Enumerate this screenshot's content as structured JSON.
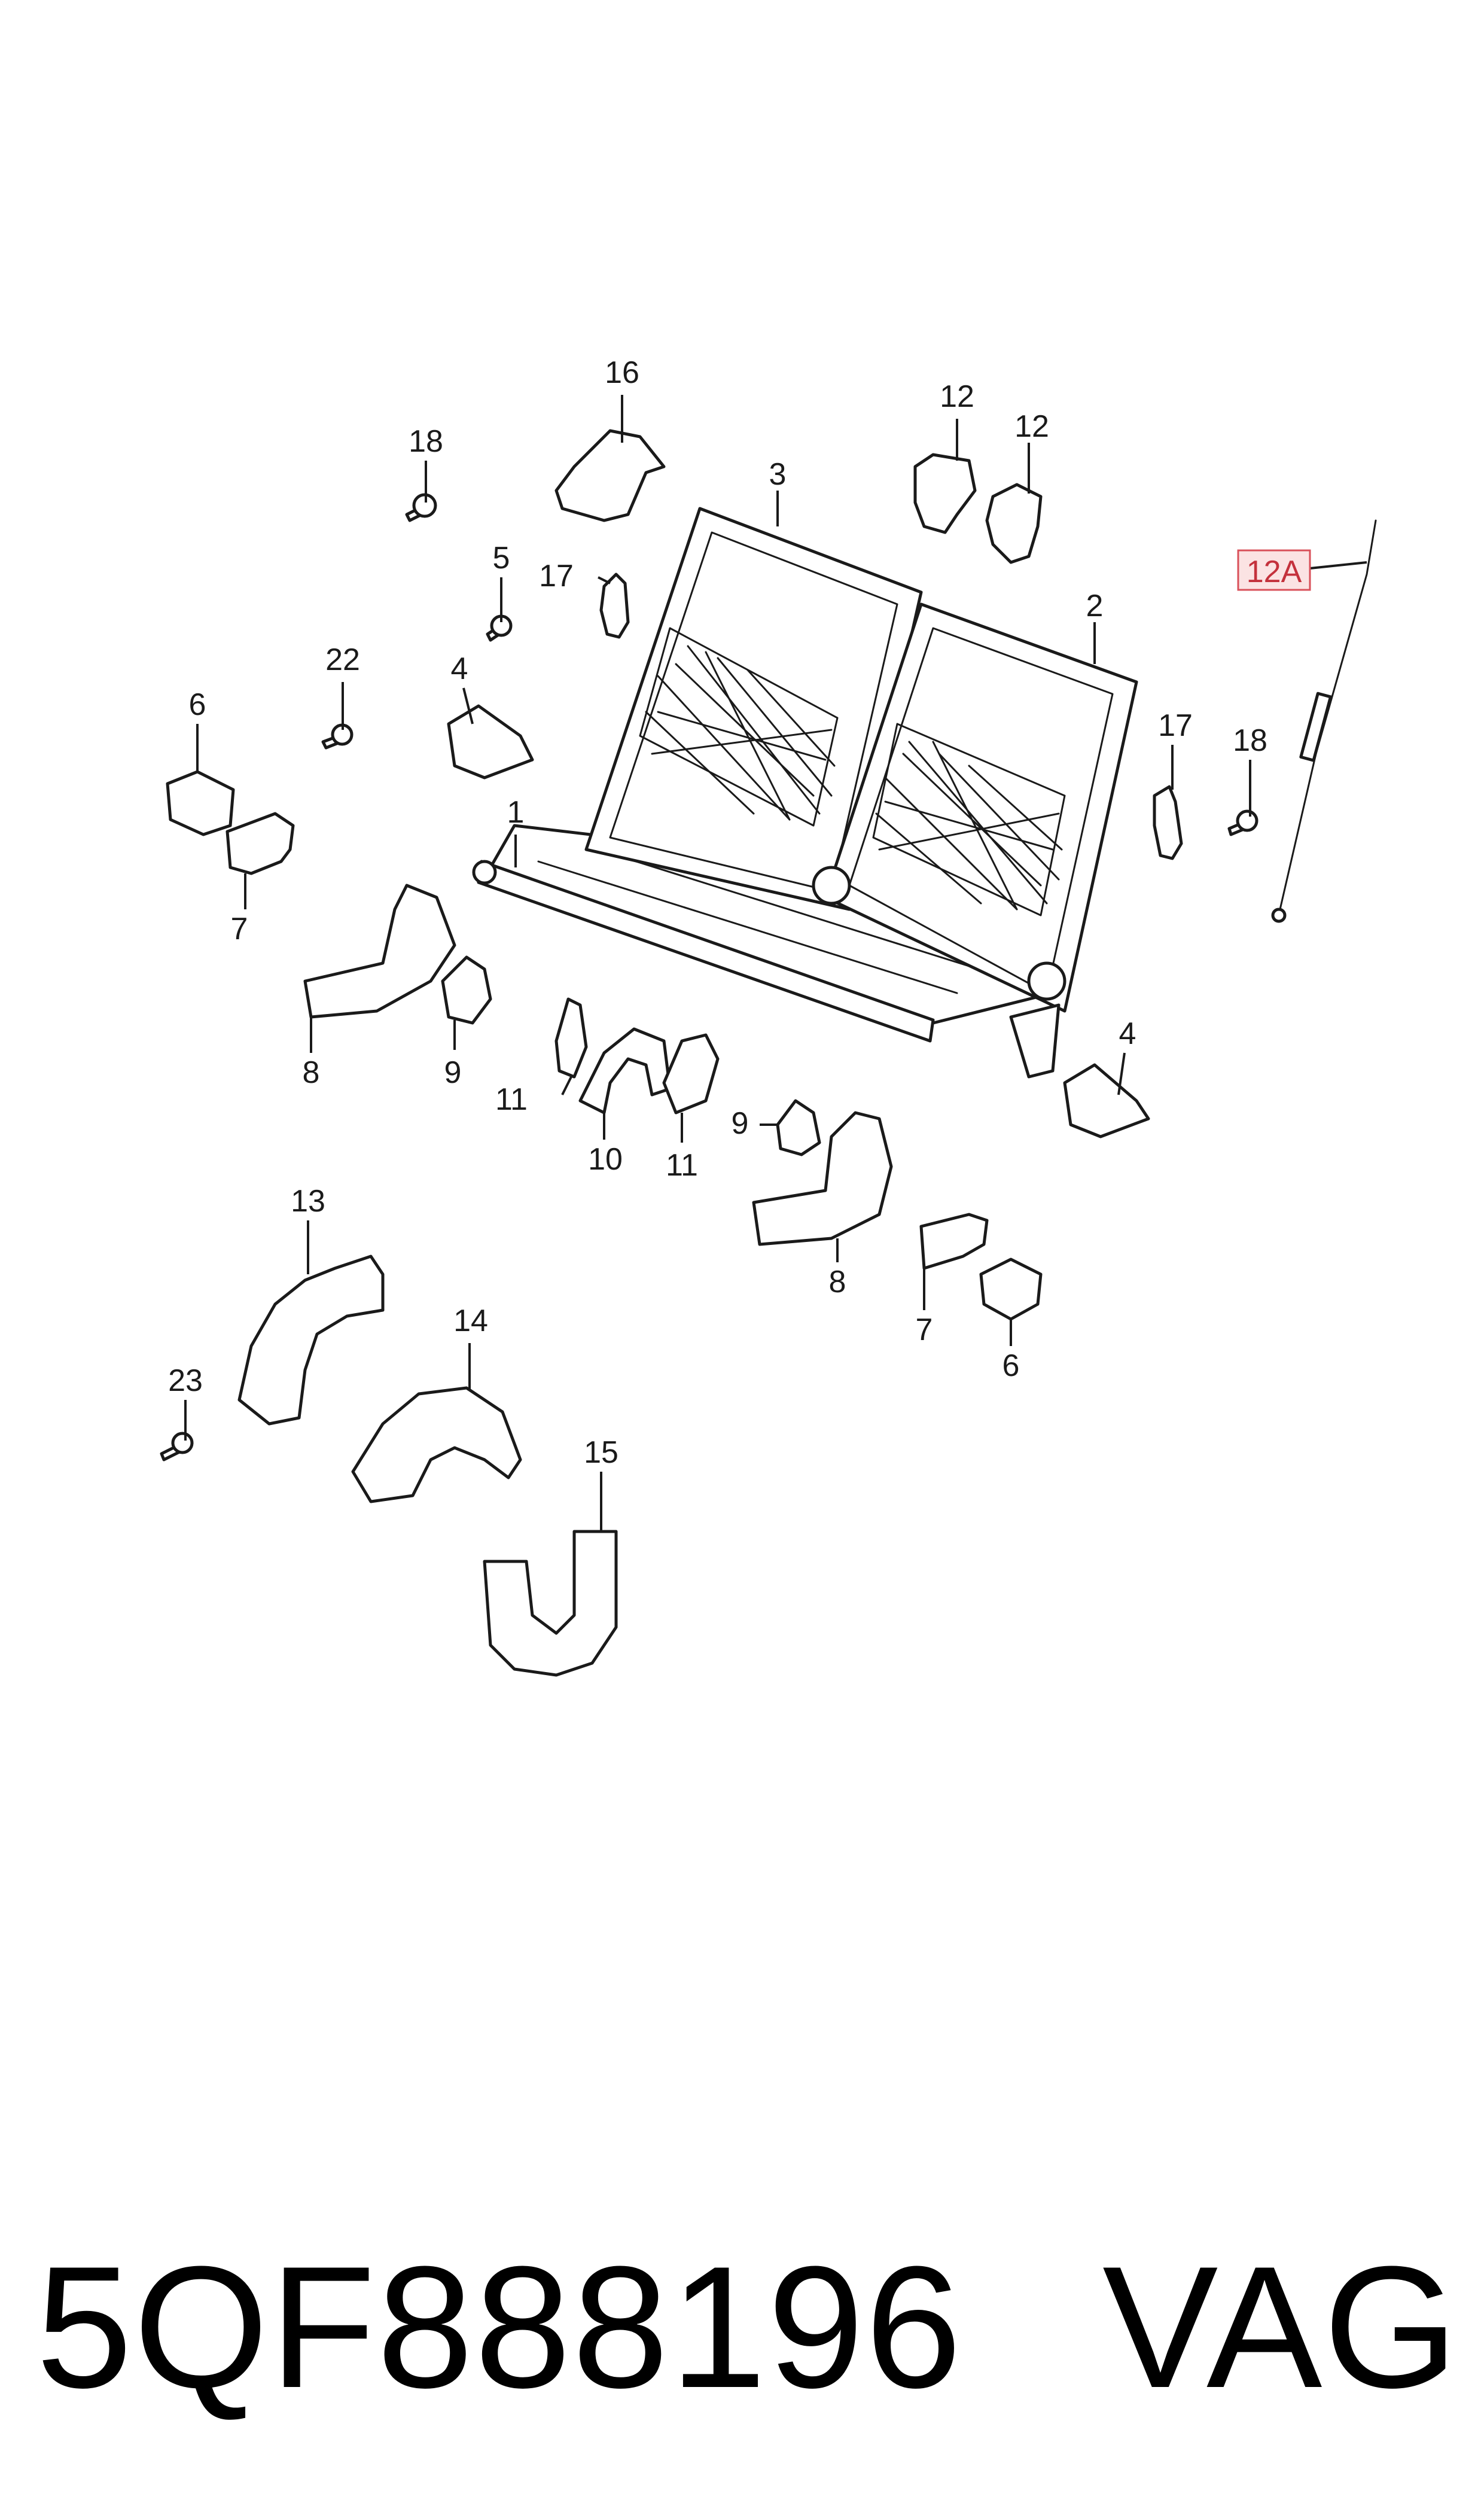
{
  "diagram": {
    "labels": {
      "l1": "1",
      "l2": "2",
      "l3": "3",
      "l4a": "4",
      "l4b": "4",
      "l5": "5",
      "l6a": "6",
      "l6b": "6",
      "l7a": "7",
      "l7b": "7",
      "l8a": "8",
      "l8b": "8",
      "l9a": "9",
      "l9b": "9",
      "l10": "10",
      "l11a": "11",
      "l11b": "11",
      "l12a": "12",
      "l12b": "12",
      "l12A": "12A",
      "l13": "13",
      "l14": "14",
      "l15": "15",
      "l16": "16",
      "l17a": "17",
      "l17b": "17",
      "l18a": "18",
      "l18b": "18",
      "l22": "22",
      "l23": "23"
    },
    "highlight_color": "#d9505a"
  },
  "footer": {
    "part_number": "5QF888196",
    "brand": "VAG"
  }
}
